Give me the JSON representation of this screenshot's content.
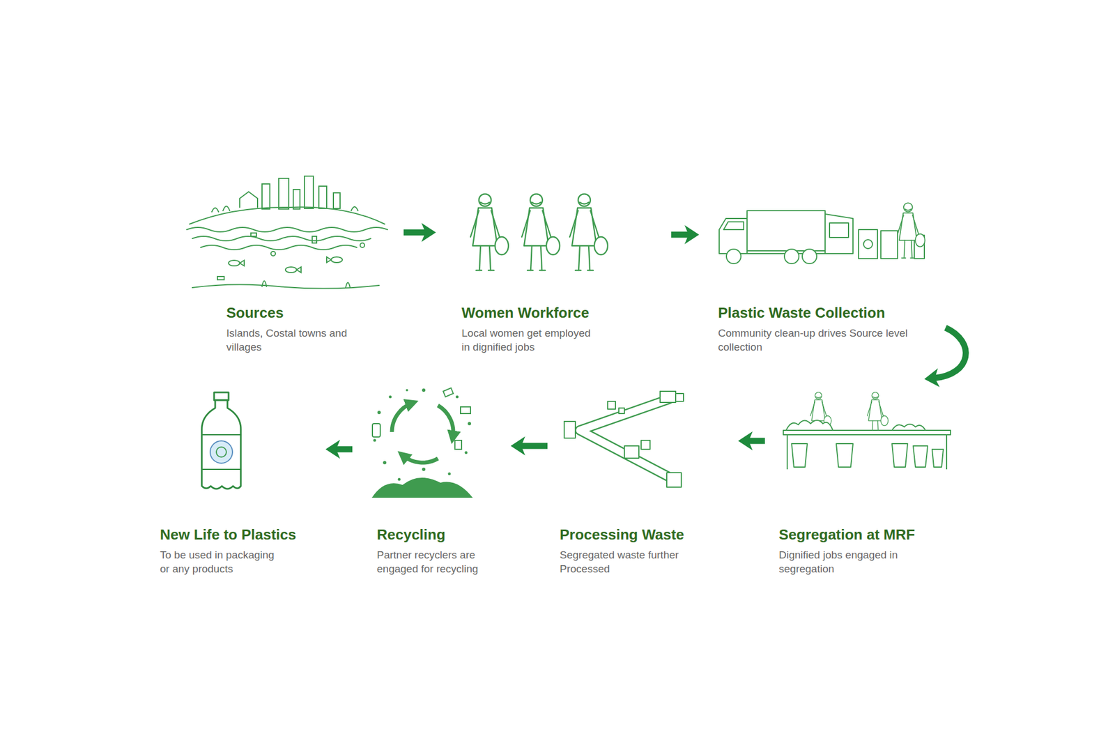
{
  "diagram": {
    "nodes": [
      {
        "text": [
          "Sources",
          "Islands, Costal towns and villages"
        ]
      },
      {
        "text": [
          "Women Workforce",
          "Local women get employed in dignified jobs"
        ]
      },
      {
        "text": [
          "Plastic Waste Collection",
          "Community clean-up drives Source level collection"
        ]
      },
      {
        "text": [
          "Segregation at MRF",
          "Dignified jobs engaged in segregation"
        ]
      },
      {
        "text": [
          "Processing Waste",
          "Segregated waste further Processed"
        ]
      },
      {
        "text": [
          "Recycling",
          "Partner recyclers are engaged for recycling"
        ]
      },
      {
        "text": [
          "New Life to Plastics",
          "To be used in packaging or any products"
        ]
      }
    ],
    "edges": [
      {
        "from": 0,
        "to": 1,
        "arrow": "to"
      },
      {
        "from": 1,
        "to": 2,
        "arrow": "to"
      },
      {
        "from": 2,
        "to": 3,
        "arrow": "to"
      },
      {
        "from": 3,
        "to": 4,
        "arrow": "to"
      },
      {
        "from": 4,
        "to": 5,
        "arrow": "to"
      },
      {
        "from": 5,
        "to": 6,
        "arrow": "to"
      }
    ]
  }
}
